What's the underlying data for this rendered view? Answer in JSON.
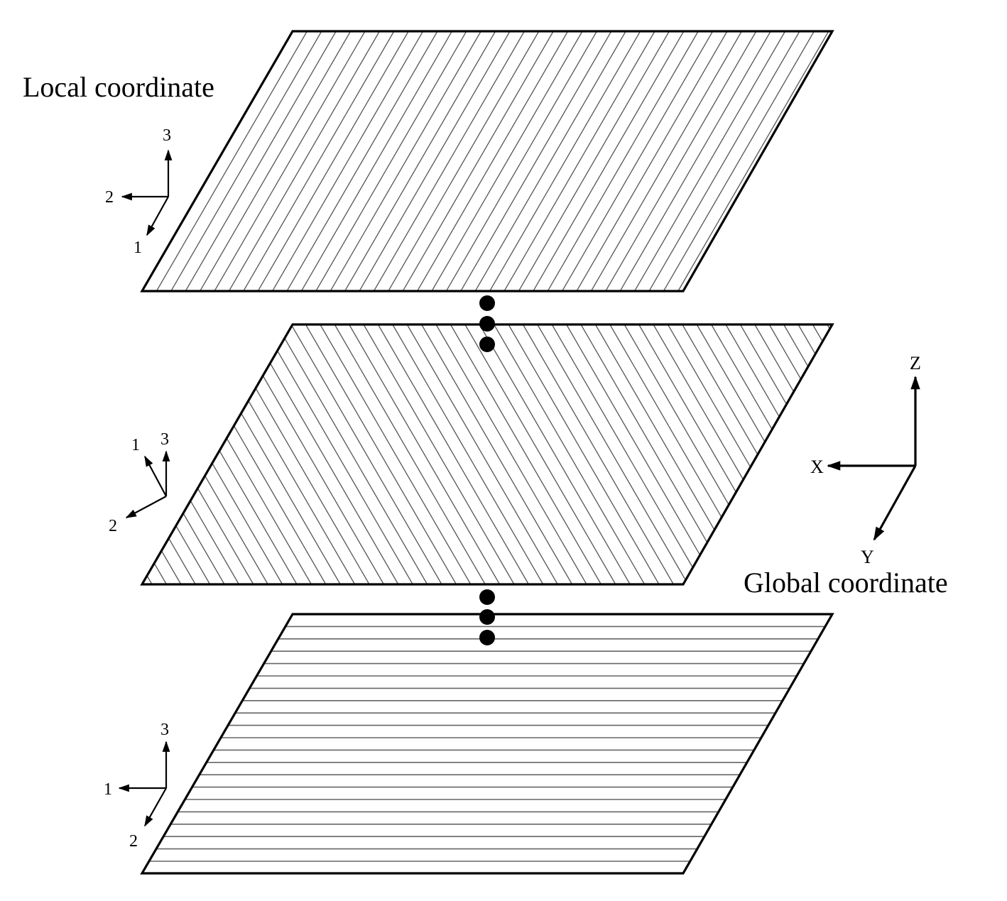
{
  "diagram": {
    "type": "laminate-ply-stack",
    "labels": {
      "local": "Local coordinate",
      "global": "Global coordinate"
    },
    "colors": {
      "outline": "#000000",
      "hatch": "#555555",
      "background": "#ffffff"
    },
    "plies": [
      {
        "name": "top-ply",
        "hatch": "diagonal-forward",
        "local_axes": {
          "axis1": "1",
          "axis2": "2",
          "axis3": "3"
        }
      },
      {
        "name": "middle-ply",
        "hatch": "diagonal-backward",
        "local_axes": {
          "axis1": "1",
          "axis2": "2",
          "axis3": "3"
        }
      },
      {
        "name": "bottom-ply",
        "hatch": "horizontal",
        "local_axes": {
          "axis1": "1",
          "axis2": "2",
          "axis3": "3"
        }
      }
    ],
    "global_axes": {
      "x": "X",
      "y": "Y",
      "z": "Z"
    },
    "ellipsis_dots_between_plies": 3
  }
}
